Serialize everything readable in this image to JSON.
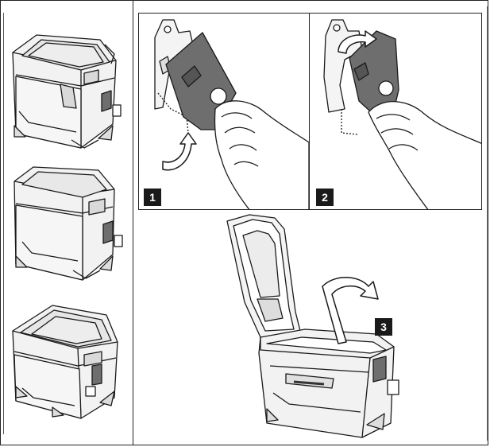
{
  "steps": [
    {
      "number": "1"
    },
    {
      "number": "2"
    },
    {
      "number": "3"
    }
  ],
  "colors": {
    "ink": "#1a1a1a",
    "latch_fill": "#6e6e6e",
    "case_fill": "#f2f2f2"
  },
  "icons": [
    "curved-arrow-icon",
    "case-illustration",
    "hand-illustration",
    "latch-illustration"
  ]
}
